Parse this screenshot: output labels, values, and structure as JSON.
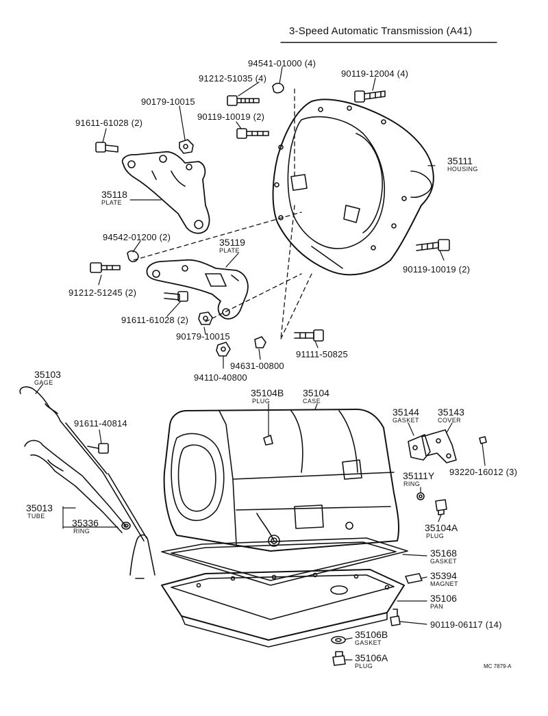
{
  "header": {
    "title": "3-Speed Automatic Transmission (A41)"
  },
  "footer": {
    "ref": "MC 7879-A"
  },
  "parts": {
    "p94541": "94541-01000 (4)",
    "p91212_51035": "91212-51035 (4)",
    "p90119_12004": "90119-12004 (4)",
    "p90179_top": "90179-10015",
    "p90119_10019_top": "90119-10019 (2)",
    "p91611_top": "91611-61028 (2)",
    "p35111": "35111",
    "p35111_sub": "HOUSING",
    "p35118": "35118",
    "p35118_sub": "PLATE",
    "p94542": "94542-01200 (2)",
    "p35119": "35119",
    "p35119_sub": "PLATE",
    "p90119_10019_right": "90119-10019 (2)",
    "p91212_51245": "91212-51245 (2)",
    "p91611_mid": "91611-61028 (2)",
    "p90179_mid": "90179-10015",
    "p91111": "91111-50825",
    "p94631": "94631-00800",
    "p94110": "94110-40800",
    "p35103": "35103",
    "p35103_sub": "GAGE",
    "p35104B": "35104B",
    "p35104B_sub": "PLUG",
    "p35104": "35104",
    "p35104_sub": "CASE",
    "p35144": "35144",
    "p35144_sub": "GASKET",
    "p35143": "35143",
    "p35143_sub": "COVER",
    "p91611_40814": "91611-40814",
    "p93220": "93220-16012 (3)",
    "p35111Y": "35111Y",
    "p35111Y_sub": "RING",
    "p35013": "35013",
    "p35013_sub": "TUBE",
    "p35336": "35336",
    "p35336_sub": "RING",
    "p35104A": "35104A",
    "p35104A_sub": "PLUG",
    "p35168": "35168",
    "p35168_sub": "GASKET",
    "p35394": "35394",
    "p35394_sub": "MAGNET",
    "p35106": "35106",
    "p35106_sub": "PAN",
    "p90119_06117": "90119-06117 (14)",
    "p35106B": "35106B",
    "p35106B_sub": "GASKET",
    "p35106A": "35106A",
    "p35106A_sub": "PLUG"
  }
}
